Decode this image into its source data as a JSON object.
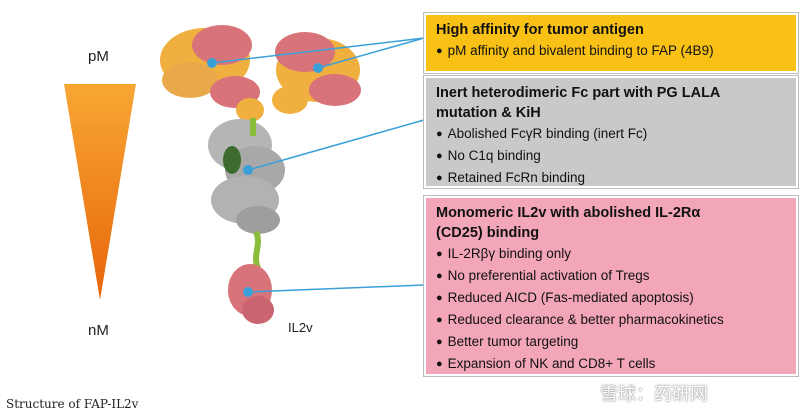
{
  "scale": {
    "top_label": "pM",
    "bottom_label": "nM"
  },
  "molecule": {
    "il2v_label": "IL2v"
  },
  "boxes": {
    "affinity": {
      "title": "High affinity for tumor antigen",
      "items": [
        "pM affinity and bivalent binding to FAP (4B9)"
      ],
      "color": "#f9c015"
    },
    "fc": {
      "title_line1": "Inert heterodimeric Fc part with PG LALA",
      "title_line2": "mutation & KiH",
      "items": [
        "Abolished FcγR binding (inert Fc)",
        "No C1q binding",
        "Retained FcRn binding"
      ],
      "color": "#c9c9c9"
    },
    "il2v": {
      "title_line1": "Monomeric IL2v with abolished IL-2Rα",
      "title_line2": "(CD25) binding",
      "items": [
        "IL-2Rβγ binding only",
        "No preferential activation of Tregs",
        "Reduced AICD (Fas-mediated apoptosis)",
        "Reduced clearance & better pharmacokinetics",
        "Better tumor targeting",
        "Expansion of NK and CD8+ T cells"
      ],
      "color": "#f2a6b8"
    }
  },
  "caption": "Structure of FAP-IL2v",
  "watermark": "雪球：药研网",
  "colors": {
    "gradient_top": "#f5a623",
    "gradient_bottom": "#e8650a",
    "connector": "#3aa0d8",
    "fab_light": "#f0b040",
    "fab_pink": "#d9737a",
    "fc_gray": "#a8a8a8",
    "linker": "#8bbd3a"
  }
}
